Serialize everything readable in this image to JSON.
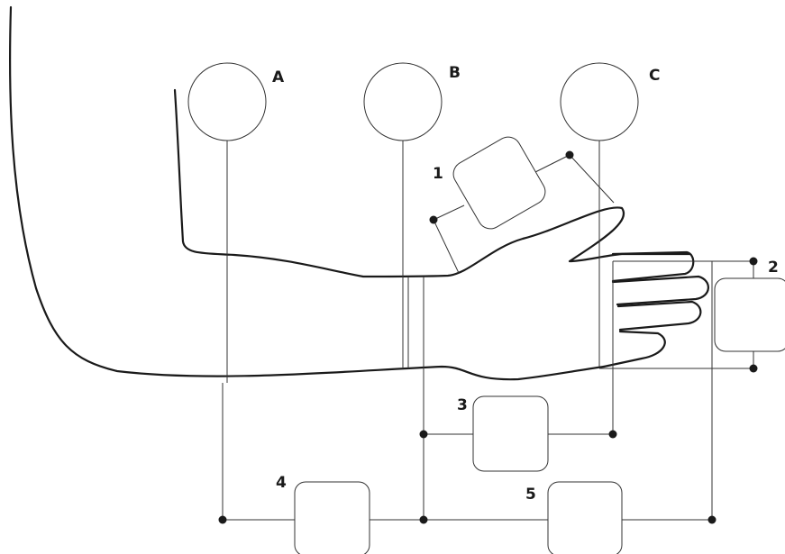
{
  "electrodes": [
    {
      "label": "A"
    },
    {
      "label": "B"
    },
    {
      "label": "C"
    }
  ],
  "components": [
    {
      "label": "1"
    },
    {
      "label": "2"
    },
    {
      "label": "3"
    },
    {
      "label": "4"
    },
    {
      "label": "5"
    }
  ],
  "colors": {
    "line": "#333333",
    "outline": "#1a1a1a",
    "background": "#ffffff"
  }
}
